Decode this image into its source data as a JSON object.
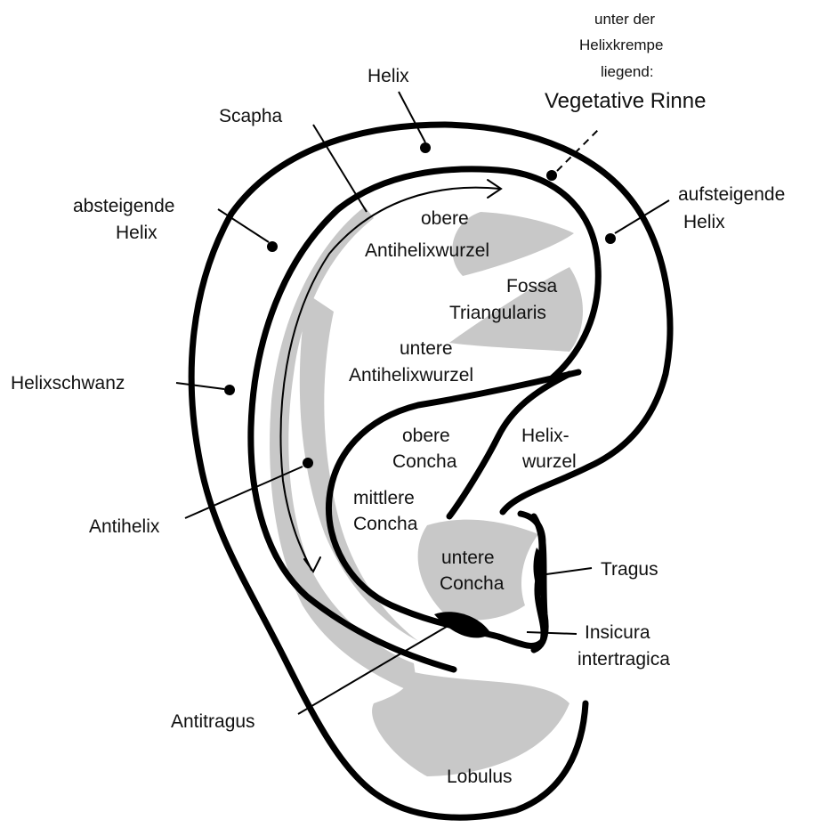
{
  "labels": {
    "helix": "Helix",
    "scapha": "Scapha",
    "vegetative_note_line1": "unter der",
    "vegetative_note_line2": "Helixkrempe",
    "vegetative_note_line3": "liegend:",
    "vegetative_rinne": "Vegetative Rinne",
    "absteigende_helix_line1": "absteigende",
    "absteigende_helix_line2": "Helix",
    "aufsteigende_helix_line1": "aufsteigende",
    "aufsteigende_helix_line2": "Helix",
    "obere_antihelixwurzel_line1": "obere",
    "obere_antihelixwurzel_line2": "Antihelixwurzel",
    "fossa_triangularis_line1": "Fossa",
    "fossa_triangularis_line2": "Triangularis",
    "untere_antihelixwurzel_line1": "untere",
    "untere_antihelixwurzel_line2": "Antihelixwurzel",
    "helixschwanz": "Helixschwanz",
    "obere_concha_line1": "obere",
    "obere_concha_line2": "Concha",
    "helixwurzel_line1": "Helix-",
    "helixwurzel_line2": "wurzel",
    "mittlere_concha_line1": "mittlere",
    "mittlere_concha_line2": "Concha",
    "antihelix": "Antihelix",
    "untere_concha_line1": "untere",
    "untere_concha_line2": "Concha",
    "tragus": "Tragus",
    "insicura_line1": "Insicura",
    "insicura_line2": "intertragica",
    "antitragus": "Antitragus",
    "lobulus": "Lobulus"
  },
  "colors": {
    "outline": "#000000",
    "shading": "#c8c8c8",
    "background": "#ffffff"
  }
}
